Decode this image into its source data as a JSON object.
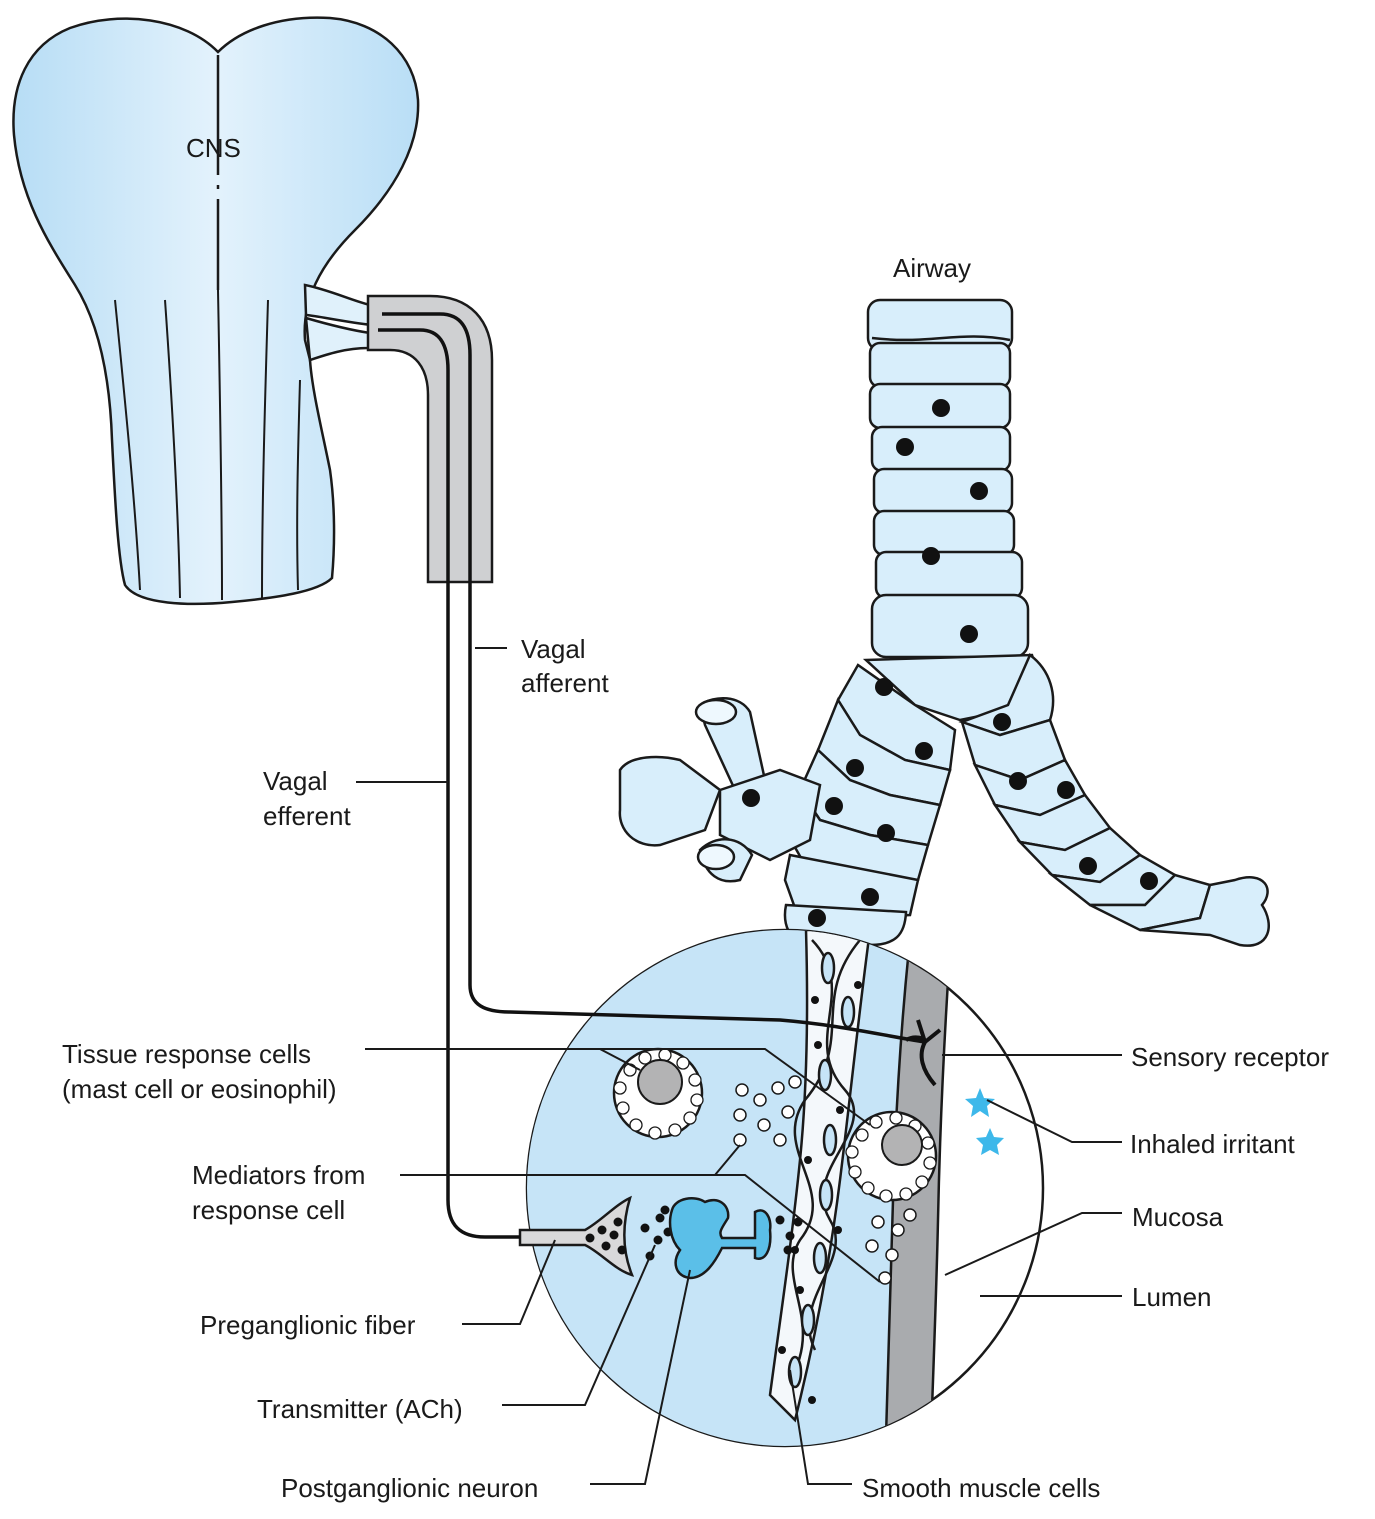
{
  "labels": {
    "cns": "CNS",
    "airway": "Airway",
    "vagal_afferent": [
      "Vagal",
      "afferent"
    ],
    "vagal_efferent": [
      "Vagal",
      "efferent"
    ],
    "tissue_response_cells": [
      "Tissue response cells",
      "(mast cell or eosinophil)"
    ],
    "mediators": [
      "Mediators from",
      "response cell"
    ],
    "preganglionic_fiber": "Preganglionic fiber",
    "transmitter": "Transmitter (ACh)",
    "postganglionic_neuron": "Postganglionic neuron",
    "smooth_muscle_cells": "Smooth muscle cells",
    "sensory_receptor": "Sensory receptor",
    "inhaled_irritant": "Inhaled irritant",
    "mucosa": "Mucosa",
    "lumen": "Lumen"
  },
  "colors": {
    "tissue_blue": "#c6e4f7",
    "tissue_light": "#e4f3fc",
    "nerve_sheath": "#cfd0d2",
    "mucosa_gray": "#a9abae",
    "neuron_blue": "#5bbfe8",
    "irritant_star": "#3db8ea",
    "ink": "#1a1a1a"
  }
}
